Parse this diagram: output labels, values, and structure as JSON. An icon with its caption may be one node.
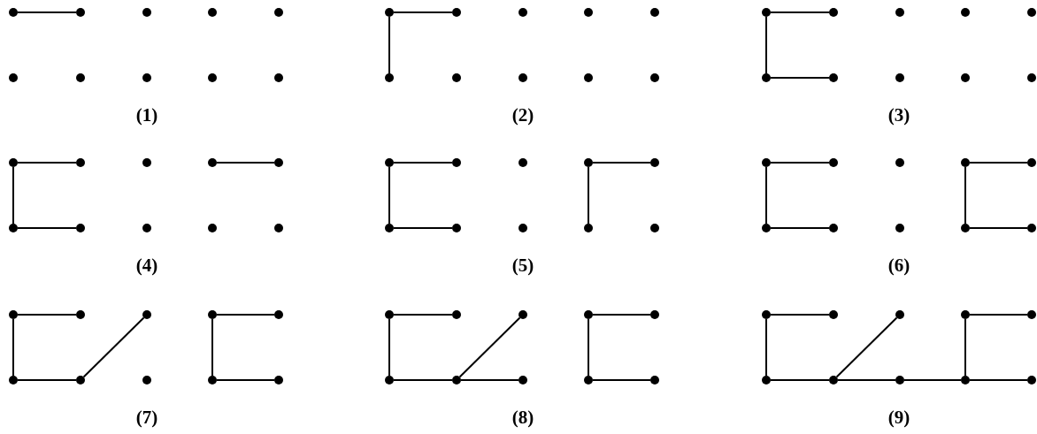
{
  "diagram": {
    "nodes": [
      {
        "text": [],
        "shape": "circle"
      },
      {
        "text": [],
        "shape": "circle"
      },
      {
        "text": [],
        "shape": "circle"
      },
      {
        "text": [],
        "shape": "circle"
      },
      {
        "text": [],
        "shape": "circle"
      },
      {
        "text": [],
        "shape": "circle"
      },
      {
        "text": [],
        "shape": "circle"
      },
      {
        "text": [],
        "shape": "circle"
      },
      {
        "text": [],
        "shape": "circle"
      },
      {
        "text": [],
        "shape": "circle"
      },
      {
        "text": [],
        "shape": "circle"
      },
      {
        "text": [],
        "shape": "circle"
      },
      {
        "text": [],
        "shape": "circle"
      },
      {
        "text": [],
        "shape": "circle"
      },
      {
        "text": [],
        "shape": "circle"
      },
      {
        "text": [],
        "shape": "circle"
      },
      {
        "text": [],
        "shape": "circle"
      },
      {
        "text": [],
        "shape": "circle"
      },
      {
        "text": [],
        "shape": "circle"
      },
      {
        "text": [],
        "shape": "circle"
      },
      {
        "text": [],
        "shape": "circle"
      },
      {
        "text": [],
        "shape": "circle"
      },
      {
        "text": [],
        "shape": "circle"
      },
      {
        "text": [],
        "shape": "circle"
      },
      {
        "text": [],
        "shape": "circle"
      },
      {
        "text": [],
        "shape": "circle"
      },
      {
        "text": [],
        "shape": "circle"
      },
      {
        "text": [],
        "shape": "circle"
      },
      {
        "text": [],
        "shape": "circle"
      },
      {
        "text": [],
        "shape": "circle"
      },
      {
        "text": [],
        "shape": "circle"
      },
      {
        "text": [],
        "shape": "circle"
      },
      {
        "text": [],
        "shape": "circle"
      },
      {
        "text": [],
        "shape": "circle"
      },
      {
        "text": [],
        "shape": "circle"
      },
      {
        "text": [],
        "shape": "circle"
      },
      {
        "text": [],
        "shape": "circle"
      },
      {
        "text": [],
        "shape": "circle"
      },
      {
        "text": [],
        "shape": "circle"
      },
      {
        "text": [],
        "shape": "circle"
      },
      {
        "text": [],
        "shape": "circle"
      },
      {
        "text": [],
        "shape": "circle"
      },
      {
        "text": [],
        "shape": "circle"
      },
      {
        "text": [],
        "shape": "circle"
      },
      {
        "text": [],
        "shape": "circle"
      },
      {
        "text": [],
        "shape": "circle"
      },
      {
        "text": [],
        "shape": "circle"
      },
      {
        "text": [],
        "shape": "circle"
      },
      {
        "text": [],
        "shape": "circle"
      },
      {
        "text": [],
        "shape": "circle"
      },
      {
        "text": [],
        "shape": "circle"
      },
      {
        "text": [],
        "shape": "circle"
      },
      {
        "text": [],
        "shape": "circle"
      },
      {
        "text": [],
        "shape": "circle"
      },
      {
        "text": [],
        "shape": "circle"
      },
      {
        "text": [],
        "shape": "circle"
      },
      {
        "text": [],
        "shape": "circle"
      },
      {
        "text": [],
        "shape": "circle"
      },
      {
        "text": [],
        "shape": "circle"
      },
      {
        "text": [],
        "shape": "circle"
      },
      {
        "text": [],
        "shape": "circle"
      },
      {
        "text": [],
        "shape": "circle"
      },
      {
        "text": [],
        "shape": "circle"
      },
      {
        "text": [],
        "shape": "circle"
      },
      {
        "text": [],
        "shape": "circle"
      },
      {
        "text": [],
        "shape": "circle"
      },
      {
        "text": [],
        "shape": "circle"
      },
      {
        "text": [],
        "shape": "circle"
      },
      {
        "text": [],
        "shape": "circle"
      },
      {
        "text": [],
        "shape": "circle"
      },
      {
        "text": [],
        "shape": "circle"
      },
      {
        "text": [],
        "shape": "circle"
      },
      {
        "text": [],
        "shape": "circle"
      },
      {
        "text": [],
        "shape": "circle"
      },
      {
        "text": [],
        "shape": "circle"
      },
      {
        "text": [],
        "shape": "circle"
      },
      {
        "text": [],
        "shape": "circle"
      },
      {
        "text": [],
        "shape": "circle"
      },
      {
        "text": [],
        "shape": "circle"
      },
      {
        "text": [],
        "shape": "circle"
      },
      {
        "text": [],
        "shape": "circle"
      },
      {
        "text": [],
        "shape": "circle"
      },
      {
        "text": [],
        "shape": "circle"
      },
      {
        "text": [],
        "shape": "circle"
      },
      {
        "text": [],
        "shape": "circle"
      },
      {
        "text": [],
        "shape": "circle"
      },
      {
        "text": [],
        "shape": "circle"
      },
      {
        "text": [],
        "shape": "circle"
      },
      {
        "text": [],
        "shape": "circle"
      },
      {
        "text": [],
        "shape": "circle"
      }
    ],
    "edges": [
      {
        "from": 0,
        "to": 1,
        "arrow": "none"
      },
      {
        "from": 10,
        "to": 11,
        "arrow": "none"
      },
      {
        "from": 10,
        "to": 15,
        "arrow": "none"
      },
      {
        "from": 20,
        "to": 21,
        "arrow": "none"
      },
      {
        "from": 20,
        "to": 25,
        "arrow": "none"
      },
      {
        "from": 25,
        "to": 26,
        "arrow": "none"
      },
      {
        "from": 30,
        "to": 31,
        "arrow": "none"
      },
      {
        "from": 30,
        "to": 35,
        "arrow": "none"
      },
      {
        "from": 35,
        "to": 36,
        "arrow": "none"
      },
      {
        "from": 33,
        "to": 34,
        "arrow": "none"
      },
      {
        "from": 40,
        "to": 41,
        "arrow": "none"
      },
      {
        "from": 40,
        "to": 45,
        "arrow": "none"
      },
      {
        "from": 45,
        "to": 46,
        "arrow": "none"
      },
      {
        "from": 43,
        "to": 44,
        "arrow": "none"
      },
      {
        "from": 43,
        "to": 48,
        "arrow": "none"
      },
      {
        "from": 50,
        "to": 51,
        "arrow": "none"
      },
      {
        "from": 50,
        "to": 55,
        "arrow": "none"
      },
      {
        "from": 55,
        "to": 56,
        "arrow": "none"
      },
      {
        "from": 53,
        "to": 54,
        "arrow": "none"
      },
      {
        "from": 53,
        "to": 58,
        "arrow": "none"
      },
      {
        "from": 58,
        "to": 59,
        "arrow": "none"
      },
      {
        "from": 60,
        "to": 61,
        "arrow": "none"
      },
      {
        "from": 60,
        "to": 65,
        "arrow": "none"
      },
      {
        "from": 65,
        "to": 66,
        "arrow": "none"
      },
      {
        "from": 66,
        "to": 62,
        "arrow": "none"
      },
      {
        "from": 63,
        "to": 64,
        "arrow": "none"
      },
      {
        "from": 63,
        "to": 68,
        "arrow": "none"
      },
      {
        "from": 68,
        "to": 69,
        "arrow": "none"
      },
      {
        "from": 70,
        "to": 71,
        "arrow": "none"
      },
      {
        "from": 70,
        "to": 75,
        "arrow": "none"
      },
      {
        "from": 75,
        "to": 76,
        "arrow": "none"
      },
      {
        "from": 76,
        "to": 72,
        "arrow": "none"
      },
      {
        "from": 76,
        "to": 77,
        "arrow": "none"
      },
      {
        "from": 73,
        "to": 74,
        "arrow": "none"
      },
      {
        "from": 73,
        "to": 78,
        "arrow": "none"
      },
      {
        "from": 78,
        "to": 79,
        "arrow": "none"
      },
      {
        "from": 80,
        "to": 81,
        "arrow": "none"
      },
      {
        "from": 80,
        "to": 85,
        "arrow": "none"
      },
      {
        "from": 85,
        "to": 86,
        "arrow": "none"
      },
      {
        "from": 86,
        "to": 82,
        "arrow": "none"
      },
      {
        "from": 86,
        "to": 87,
        "arrow": "none"
      },
      {
        "from": 87,
        "to": 88,
        "arrow": "none"
      },
      {
        "from": 83,
        "to": 84,
        "arrow": "none"
      },
      {
        "from": 83,
        "to": 88,
        "arrow": "none"
      },
      {
        "from": 88,
        "to": 89,
        "arrow": "none"
      }
    ],
    "labels": [
      "(1)",
      "(2)",
      "(3)",
      "(4)",
      "(5)",
      "(6)",
      "(7)",
      "(8)",
      "(9)"
    ]
  }
}
